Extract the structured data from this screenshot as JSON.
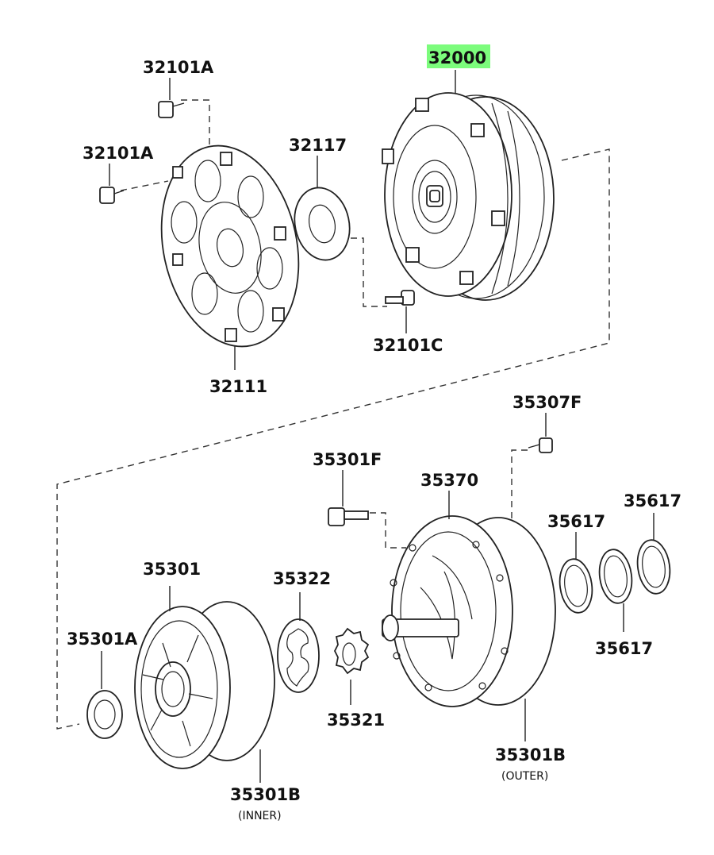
{
  "highlight_color": "#7CFC7C",
  "parts": [
    {
      "id": "p32000",
      "label": "32000",
      "highlighted": true
    },
    {
      "id": "p32101a_1",
      "label": "32101A"
    },
    {
      "id": "p32101a_2",
      "label": "32101A"
    },
    {
      "id": "p32117",
      "label": "32117"
    },
    {
      "id": "p32111",
      "label": "32111"
    },
    {
      "id": "p32101c",
      "label": "32101C"
    },
    {
      "id": "p35307f",
      "label": "35307F"
    },
    {
      "id": "p35301f",
      "label": "35301F"
    },
    {
      "id": "p35370",
      "label": "35370"
    },
    {
      "id": "p35617_1",
      "label": "35617"
    },
    {
      "id": "p35617_2",
      "label": "35617"
    },
    {
      "id": "p35617_3",
      "label": "35617"
    },
    {
      "id": "p35301",
      "label": "35301"
    },
    {
      "id": "p35322",
      "label": "35322"
    },
    {
      "id": "p35301a",
      "label": "35301A"
    },
    {
      "id": "p35321",
      "label": "35321"
    },
    {
      "id": "p35301b_outer",
      "label": "35301B",
      "note": "(OUTER)"
    },
    {
      "id": "p35301b_inner",
      "label": "35301B",
      "note": "(INNER)"
    }
  ]
}
